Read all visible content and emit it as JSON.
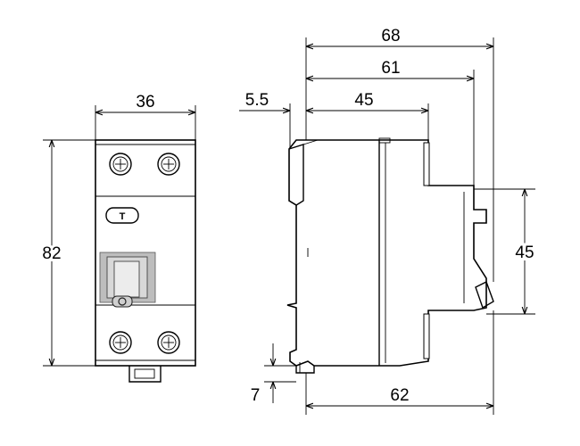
{
  "front_view": {
    "width_label": "36",
    "height_label": "82",
    "test_button_label": "T"
  },
  "side_view": {
    "overall_depth_label": "68",
    "depth_label": "61",
    "front_depth_label": "45",
    "offset_label": "5.5",
    "rail_height_label": "45",
    "clip_label": "7",
    "base_depth_label": "62"
  }
}
